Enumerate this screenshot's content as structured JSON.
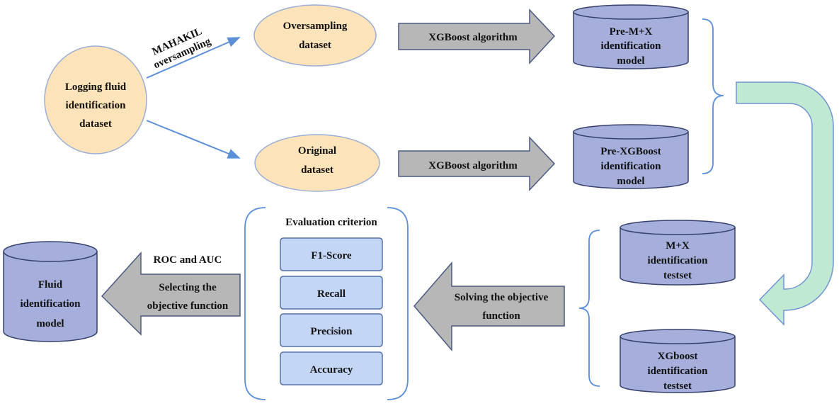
{
  "source": {
    "lines": [
      "Logging fluid",
      "identification",
      "dataset"
    ]
  },
  "edge_labels": {
    "mahakil": [
      "MAHAKIL",
      "oversampling"
    ]
  },
  "datasets": {
    "oversampling": [
      "Oversampling",
      "dataset"
    ],
    "original": [
      "Original",
      "dataset"
    ]
  },
  "arrows": {
    "top": "XGBoost algorithm",
    "bottom": "XGBoost algorithm",
    "solving": [
      "Solving the objective",
      "function"
    ],
    "selecting": [
      "ROC and AUC",
      "Selecting the",
      "objective function"
    ]
  },
  "models": {
    "pre_mx": [
      "Pre-M+X",
      "identification",
      "model"
    ],
    "pre_xgb": [
      "Pre-XGBoost",
      "identification",
      "model"
    ]
  },
  "testsets": {
    "mx": [
      "M+X",
      "identification",
      "testset"
    ],
    "xgb": [
      "XGboost",
      "identification",
      "testset"
    ]
  },
  "evaluation": {
    "title": "Evaluation criterion",
    "criteria": [
      "F1-Score",
      "Recall",
      "Precision",
      "Accuracy"
    ]
  },
  "final_model": {
    "lines": [
      "Fluid",
      "identification",
      "model"
    ]
  },
  "colors": {
    "ellipse_fill": "#fde3b9",
    "ellipse_stroke": "#9aaed6",
    "cylinder_fill": "#a6afdc",
    "cylinder_stroke": "#35426b",
    "gray_arrow": "#b7b7b7",
    "gray_arrow_stroke": "#4a5a82",
    "mint_arrow": "#bfe9d3",
    "mint_stroke": "#7094d1",
    "criterion_fill": "#c3d6f6",
    "criterion_stroke": "#5470a8",
    "blue_line": "#5b8fd8"
  }
}
